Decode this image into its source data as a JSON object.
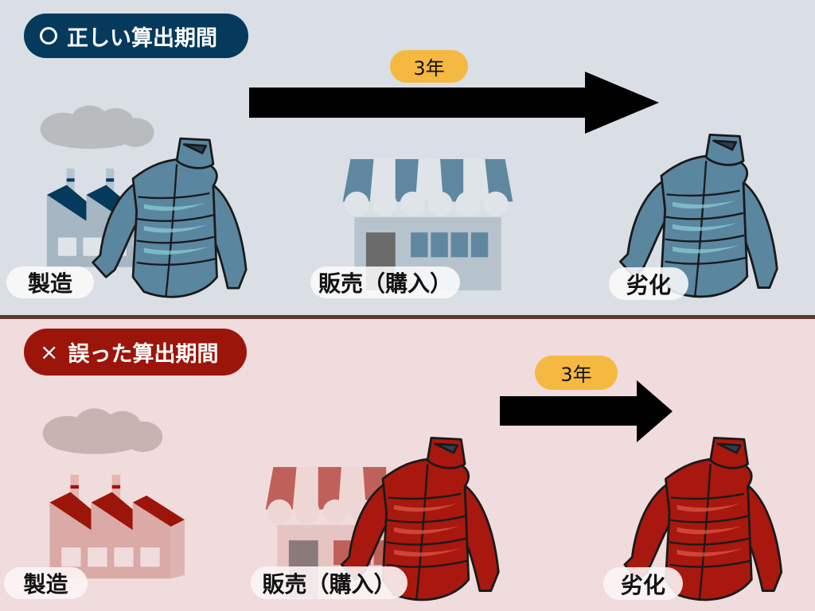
{
  "correct": {
    "badge_icon": "circle-mark-icon",
    "title": "正しい算出期間",
    "period": "3年",
    "labels": {
      "manufacture": "製造",
      "sale": "販売（購入）",
      "deterioration": "劣化"
    },
    "color": "#063a5c",
    "jacket_color": "#5a86a0"
  },
  "incorrect": {
    "badge_icon": "cross-mark-icon",
    "title": "誤った算出期間",
    "period": "3年",
    "labels": {
      "manufacture": "製造",
      "sale": "販売（購入）",
      "deterioration": "劣化"
    },
    "color": "#9c150a",
    "jacket_color": "#a8180e"
  }
}
